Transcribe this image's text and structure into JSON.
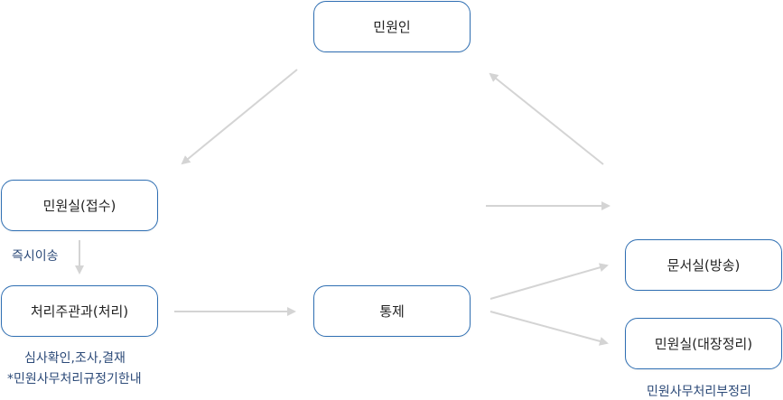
{
  "nodes": {
    "petitioner": "민원인",
    "reception": "민원실(접수)",
    "processing": "처리주관과(처리)",
    "control": "통제",
    "document_office": "문서실(방송)",
    "arrangement": "민원실(대장정리)"
  },
  "notes": {
    "immediate_transfer": "즉시이송",
    "review_line_1": "심사확인,조사,결재",
    "review_line_2": "*민원사무처리규정기한내",
    "ledger_note": "민원사무처리부정리"
  },
  "colors": {
    "node_border": "#2f6fb3",
    "arrow": "#d4d4d4",
    "note_text": "#2c4a78"
  }
}
